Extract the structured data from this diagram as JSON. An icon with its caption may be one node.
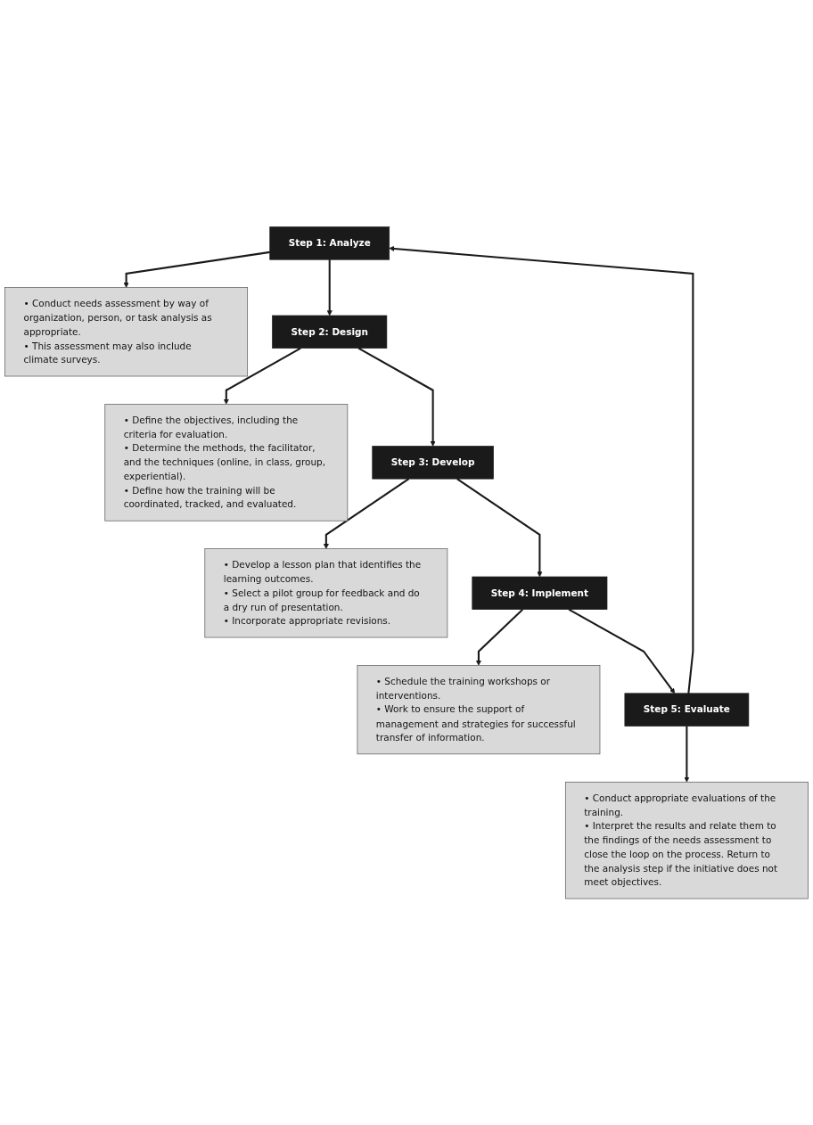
{
  "diagram": {
    "nodes": [
      {
        "text": [
          "Step 1: Analyze"
        ]
      },
      {
        "text": [
          "• Conduct needs assessment by way of organization, person, or task analysis as appropriate.",
          "• This assessment may also include climate surveys."
        ]
      },
      {
        "text": [
          "Step 2: Design"
        ]
      },
      {
        "text": [
          "• Define the objectives, including the criteria for evaluation.",
          "• Determine the methods, the facilitator, and the techniques (online, in class, group, experiential).",
          "• Define how the training will be coordinated, tracked, and evaluated."
        ]
      },
      {
        "text": [
          "Step 3: Develop"
        ]
      },
      {
        "text": [
          "• Develop a lesson plan that identifies the learning outcomes.",
          "• Select a pilot group for feedback and do a dry run of presentation.",
          "• Incorporate appropriate revisions."
        ]
      },
      {
        "text": [
          "Step 4: Implement"
        ]
      },
      {
        "text": [
          "• Schedule the training workshops or interventions.",
          "• Work to ensure the support of management and strategies for successful transfer of information."
        ]
      },
      {
        "text": [
          "Step 5: Evaluate"
        ]
      },
      {
        "text": [
          "• Conduct appropriate evaluations of the training.",
          "• Interpret the results and relate them to the findings of the needs assessment to close the loop on the process. Return to the analysis step if the initiative does not meet objectives."
        ]
      }
    ],
    "edges": [
      {
        "from": 0,
        "to": 1,
        "arrow": "to"
      },
      {
        "from": 0,
        "to": 2,
        "arrow": "to"
      },
      {
        "from": 2,
        "to": 3,
        "arrow": "to"
      },
      {
        "from": 2,
        "to": 4,
        "arrow": "to"
      },
      {
        "from": 4,
        "to": 5,
        "arrow": "to"
      },
      {
        "from": 4,
        "to": 6,
        "arrow": "to"
      },
      {
        "from": 6,
        "to": 7,
        "arrow": "to"
      },
      {
        "from": 6,
        "to": 8,
        "arrow": "to"
      },
      {
        "from": 8,
        "to": 9,
        "arrow": "to"
      },
      {
        "from": 8,
        "to": 0,
        "arrow": "to"
      }
    ]
  }
}
